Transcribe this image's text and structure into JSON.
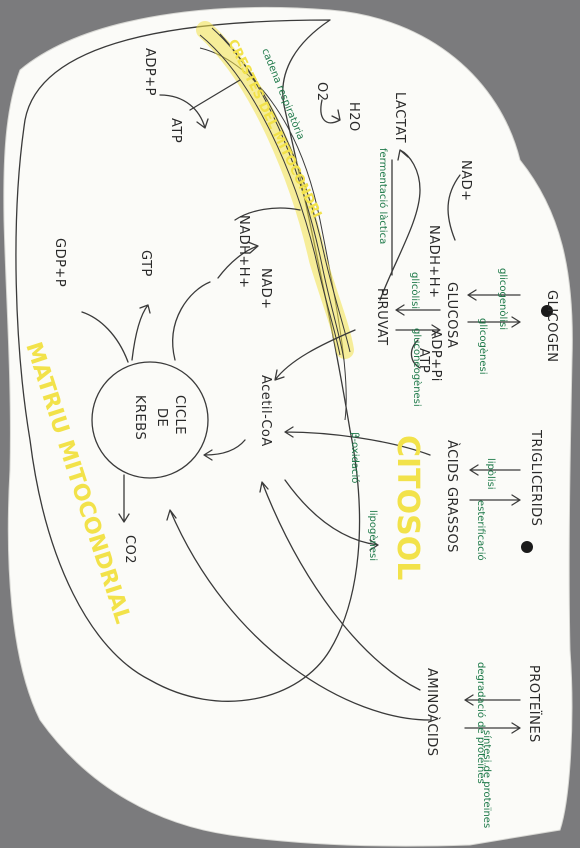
{
  "colors": {
    "background": "#7b7b7d",
    "paper": "#fbfbf8",
    "ink": "#2a2a2a",
    "green": "#1f7a4a",
    "yellow": "#f2e24a",
    "hole": "#1a1a1a"
  },
  "headings": {
    "glicogen": "GLICOGEN",
    "triglicerids": "TRIGLICERIDS",
    "proteines": "PROTEÏNES"
  },
  "metabolites": {
    "glucosa": "GLUCOSA",
    "piruvat": "PIRUVAT",
    "lactat": "LACTAT",
    "acids_grassos": "ÀCIDS GRASSOS",
    "aminoacids": "AMINOÀCIDS",
    "acetil_coa": "Acetil-CoA",
    "co2": "CO2",
    "o2": "O2",
    "h2o": "H2O",
    "nad_plus_top": "NAD+",
    "nadh_small": "NADH+H+",
    "adp_pi": "ADP+Pi",
    "atp_small": "ATP",
    "nadh_h": "NADH+H+",
    "nad_plus": "NAD+",
    "gtp": "GTP",
    "gdp_p": "GDP+P",
    "adp_p": "ADP+P",
    "atp": "ATP"
  },
  "processes": {
    "glicogenolisi": "glicogenòlisi",
    "glicogenesi": "glicogènesi",
    "lipolisi": "lipòlisi",
    "esterificacio": "esterificació",
    "degradacio_proteines": "degradació de proteïnes",
    "sintesi_proteines": "síntesi de proteïnes",
    "fermentacio_lactica": "fermentació làctica",
    "glicolisi": "glicòlisi",
    "gluconeogenesi": "gluconeogènesi",
    "beta_oxidacio": "β-oxidació",
    "lipogenesi": "lipogènesi",
    "cadena_respiratoria": "cadena respiratòria"
  },
  "compartments": {
    "citosol": "CITOSOL",
    "crestes": "CRESTES DEL MITOCONDRI",
    "matriu": "MATRIU MITOCONDRIAL"
  },
  "krebs": {
    "line1": "CICLE",
    "line2": "DE",
    "line3": "KREBS"
  }
}
